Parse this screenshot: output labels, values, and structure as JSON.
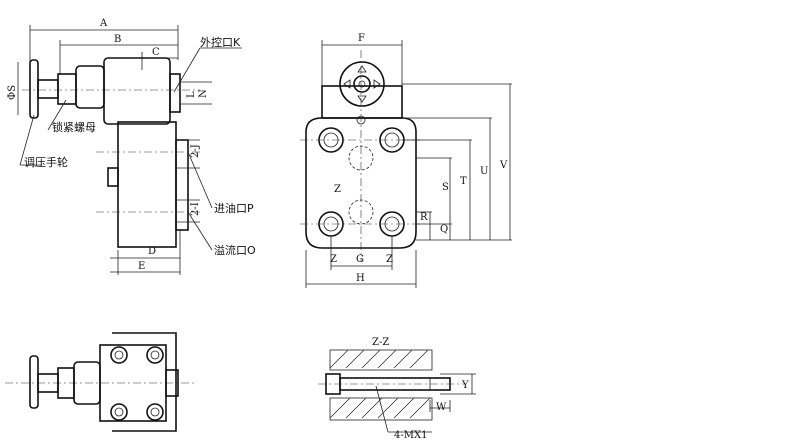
{
  "side_view": {
    "dims": {
      "A": "A",
      "B": "B",
      "C": "C",
      "D": "D",
      "E": "E",
      "N": "N",
      "L": "L",
      "phi_s": "ΦS",
      "two_j": "2-J",
      "two_i": "2-I"
    },
    "callouts": {
      "ext_port": "外控口K",
      "lock_nut": "锁紧螺母",
      "handwheel": "调压手轮",
      "inlet": "进油口P",
      "overflow": "溢流口O"
    }
  },
  "front_view": {
    "dims": {
      "F": "F",
      "S": "S",
      "T": "T",
      "U": "U",
      "V": "V",
      "R": "R",
      "Q": "Q",
      "G": "G",
      "H": "H",
      "Z1": "Z",
      "Z2": "Z",
      "Z3": "Z"
    }
  },
  "section_view": {
    "title": "Z-Z",
    "dims": {
      "Y": "Y",
      "W": "W"
    },
    "callout": "4-MX1"
  },
  "colors": {
    "line": "#111111",
    "background": "#ffffff"
  }
}
